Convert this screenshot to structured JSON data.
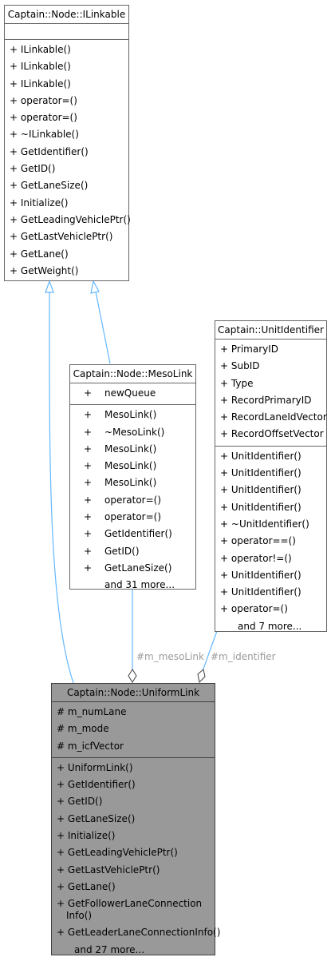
{
  "classes": {
    "ilinkable": {
      "title": "Captain::Node::ILinkable",
      "attributes": [],
      "methods": [
        {
          "vis": "+",
          "name": "ILinkable()"
        },
        {
          "vis": "+",
          "name": "ILinkable()"
        },
        {
          "vis": "+",
          "name": "ILinkable()"
        },
        {
          "vis": "+",
          "name": "operator=()"
        },
        {
          "vis": "+",
          "name": "operator=()"
        },
        {
          "vis": "+",
          "name": "~ILinkable()"
        },
        {
          "vis": "+",
          "name": "GetIdentifier()"
        },
        {
          "vis": "+",
          "name": "GetID()"
        },
        {
          "vis": "+",
          "name": "GetLaneSize()"
        },
        {
          "vis": "+",
          "name": "Initialize()"
        },
        {
          "vis": "+",
          "name": "GetLeadingVehiclePtr()"
        },
        {
          "vis": "+",
          "name": "GetLastVehiclePtr()"
        },
        {
          "vis": "+",
          "name": "GetLane()"
        },
        {
          "vis": "+",
          "name": "GetWeight()"
        }
      ]
    },
    "mesolink": {
      "title": "Captain::Node::MesoLink",
      "attributes": [
        {
          "vis": "+",
          "name": "newQueue"
        }
      ],
      "methods": [
        {
          "vis": "+",
          "name": "MesoLink()"
        },
        {
          "vis": "+",
          "name": "~MesoLink()"
        },
        {
          "vis": "+",
          "name": "MesoLink()"
        },
        {
          "vis": "+",
          "name": "MesoLink()"
        },
        {
          "vis": "+",
          "name": "MesoLink()"
        },
        {
          "vis": "+",
          "name": "operator=()"
        },
        {
          "vis": "+",
          "name": "operator=()"
        },
        {
          "vis": "+",
          "name": "GetIdentifier()"
        },
        {
          "vis": "+",
          "name": "GetID()"
        },
        {
          "vis": "+",
          "name": "GetLaneSize()"
        }
      ],
      "more": "and 31 more..."
    },
    "unitidentifier": {
      "title": "Captain::UnitIdentifier",
      "attributes": [
        {
          "vis": "+",
          "name": "PrimaryID"
        },
        {
          "vis": "+",
          "name": "SubID"
        },
        {
          "vis": "+",
          "name": "Type"
        },
        {
          "vis": "+",
          "name": "RecordPrimaryID"
        },
        {
          "vis": "+",
          "name": "RecordLaneIdVector"
        },
        {
          "vis": "+",
          "name": "RecordOffsetVector"
        }
      ],
      "methods": [
        {
          "vis": "+",
          "name": "UnitIdentifier()"
        },
        {
          "vis": "+",
          "name": "UnitIdentifier()"
        },
        {
          "vis": "+",
          "name": "UnitIdentifier()"
        },
        {
          "vis": "+",
          "name": "UnitIdentifier()"
        },
        {
          "vis": "+",
          "name": "~UnitIdentifier()"
        },
        {
          "vis": "+",
          "name": "operator==()"
        },
        {
          "vis": "+",
          "name": "operator!=()"
        },
        {
          "vis": "+",
          "name": "UnitIdentifier()"
        },
        {
          "vis": "+",
          "name": "UnitIdentifier()"
        },
        {
          "vis": "+",
          "name": "operator=()"
        }
      ],
      "more": "and 7 more..."
    },
    "uniformlink": {
      "title": "Captain::Node::UniformLink",
      "attributes": [
        {
          "vis": "#",
          "name": "m_numLane"
        },
        {
          "vis": "#",
          "name": "m_mode"
        },
        {
          "vis": "#",
          "name": "m_icfVector"
        }
      ],
      "methods": [
        {
          "vis": "+",
          "name": "UniformLink()"
        },
        {
          "vis": "+",
          "name": "GetIdentifier()"
        },
        {
          "vis": "+",
          "name": "GetID()"
        },
        {
          "vis": "+",
          "name": "GetLaneSize()"
        },
        {
          "vis": "+",
          "name": "Initialize()"
        },
        {
          "vis": "+",
          "name": "GetLeadingVehiclePtr()"
        },
        {
          "vis": "+",
          "name": "GetLastVehiclePtr()"
        },
        {
          "vis": "+",
          "name": "GetLane()"
        },
        {
          "vis": "+",
          "name": "GetFollowerLaneConnection",
          "cont": "Info()"
        },
        {
          "vis": "+",
          "name": "GetLeaderLaneConnectionInfo()"
        }
      ],
      "more": "and 27 more..."
    }
  },
  "edges": {
    "meso_link_label": "#m_mesoLink",
    "identifier_label": "#m_identifier"
  },
  "colors": {
    "highlight_fill": "#999999",
    "box_border": "#666666",
    "inheritance_edge": "#63b8ff",
    "composition_edge": "#404040"
  }
}
